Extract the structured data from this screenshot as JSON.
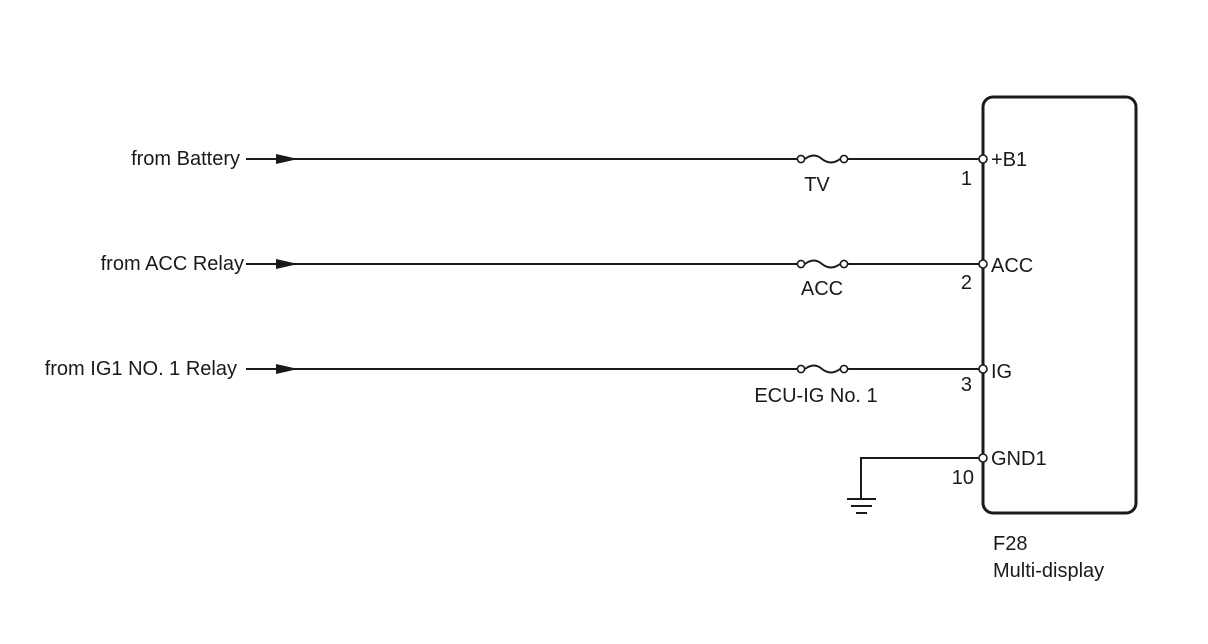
{
  "sources": [
    {
      "label": "from Battery",
      "fuse": "TV",
      "pin": "1",
      "terminal": "+B1"
    },
    {
      "label": "from ACC Relay",
      "fuse": "ACC",
      "pin": "2",
      "terminal": "ACC"
    },
    {
      "label": "from IG1 NO. 1 Relay",
      "fuse": "ECU-IG No. 1",
      "pin": "3",
      "terminal": "IG"
    }
  ],
  "ground": {
    "pin": "10",
    "terminal": "GND1"
  },
  "component": {
    "code": "F28",
    "name": "Multi-display"
  }
}
